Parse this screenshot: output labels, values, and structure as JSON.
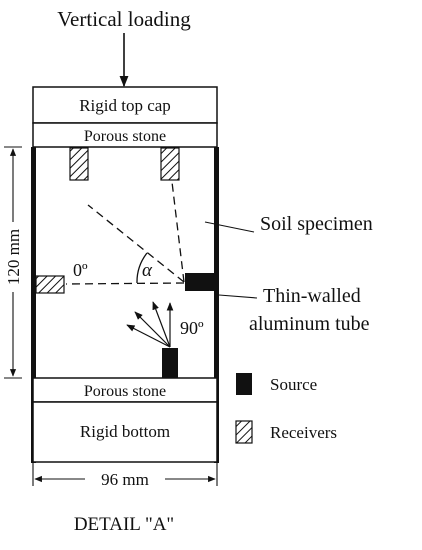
{
  "labels": {
    "vertical_loading": "Vertical loading",
    "rigid_top_cap": "Rigid top cap",
    "porous_stone_top": "Porous stone",
    "porous_stone_bottom": "Porous stone",
    "rigid_bottom": "Rigid bottom",
    "soil_specimen": "Soil specimen",
    "thin_walled_line1": "Thin-walled",
    "thin_walled_line2": "aluminum tube",
    "height_dim": "120 mm",
    "width_dim": "96 mm",
    "angle_zero": "0º",
    "angle_alpha": "α",
    "angle_ninety": "90º",
    "detail": "DETAIL \"A\""
  },
  "legend": {
    "source": "Source",
    "receivers": "Receivers"
  },
  "colors": {
    "ink": "#111111",
    "background": "#ffffff"
  }
}
